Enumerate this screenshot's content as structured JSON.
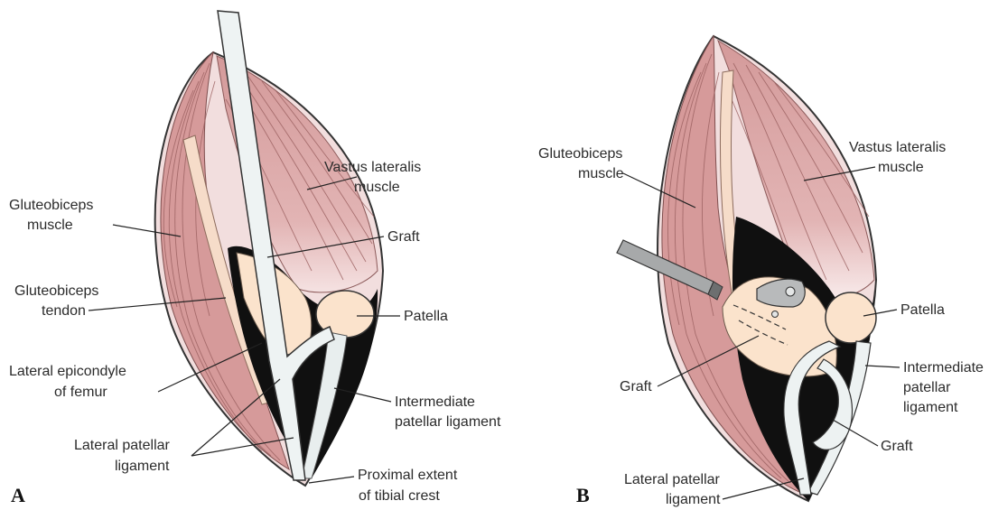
{
  "panels": {
    "a": "A",
    "b": "B"
  },
  "figure_a": {
    "vastus_1": "Vastus lateralis",
    "vastus_2": "muscle",
    "glut_muscle_1": "Gluteobiceps",
    "glut_muscle_2": "muscle",
    "graft": "Graft",
    "glut_tendon_1": "Gluteobiceps",
    "glut_tendon_2": "tendon",
    "patella": "Patella",
    "epicondyle_1": "Lateral epicondyle",
    "epicondyle_2": "of femur",
    "intermediate_1": "Intermediate",
    "intermediate_2": "patellar ligament",
    "lateral_lig_1": "Lateral patellar",
    "lateral_lig_2": "ligament",
    "tibial_1": "Proximal extent",
    "tibial_2": "of tibial crest"
  },
  "figure_b": {
    "glut_1": "Gluteobiceps",
    "glut_2": "muscle",
    "vastus_1": "Vastus lateralis",
    "vastus_2": "muscle",
    "patella": "Patella",
    "graft_left": "Graft",
    "intermediate_1": "Intermediate",
    "intermediate_2": "patellar",
    "intermediate_3": "ligament",
    "graft_right": "Graft",
    "lateral_1": "Lateral patellar",
    "lateral_2": "ligament"
  },
  "colors": {
    "muscle": "#d9a0a0",
    "muscle_dark": "#c98888",
    "tendon": "#f6dcc9",
    "bone": "#fbe3cc",
    "cavity": "#101010",
    "graft": "#edf2f2",
    "outline": "#333333"
  }
}
